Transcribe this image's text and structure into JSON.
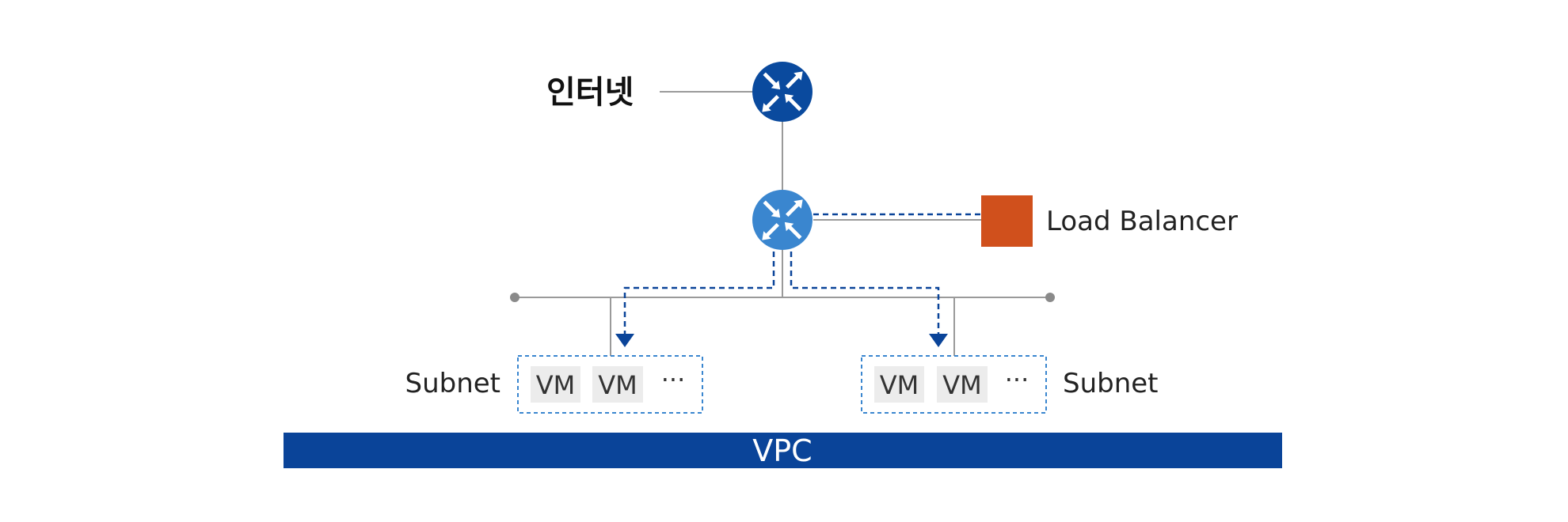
{
  "labels": {
    "internet": "인터넷",
    "load_balancer": "Load Balancer",
    "subnet_left": "Subnet",
    "subnet_right": "Subnet",
    "vpc": "VPC"
  },
  "subnets": {
    "left": {
      "items": [
        "VM",
        "VM",
        "···"
      ]
    },
    "right": {
      "items": [
        "VM",
        "VM",
        "···"
      ]
    }
  },
  "icons": {
    "internet_router": "router-icon",
    "vpc_router": "router-icon"
  },
  "colors": {
    "internet_router": "#0a4a9e",
    "vpc_router": "#3a86cf",
    "load_balancer": "#d0501c",
    "vpc_bar": "#0a4499",
    "traffic_line": "#0a4499",
    "vm_box": "#ececec",
    "connector": "#9a9a9a"
  }
}
